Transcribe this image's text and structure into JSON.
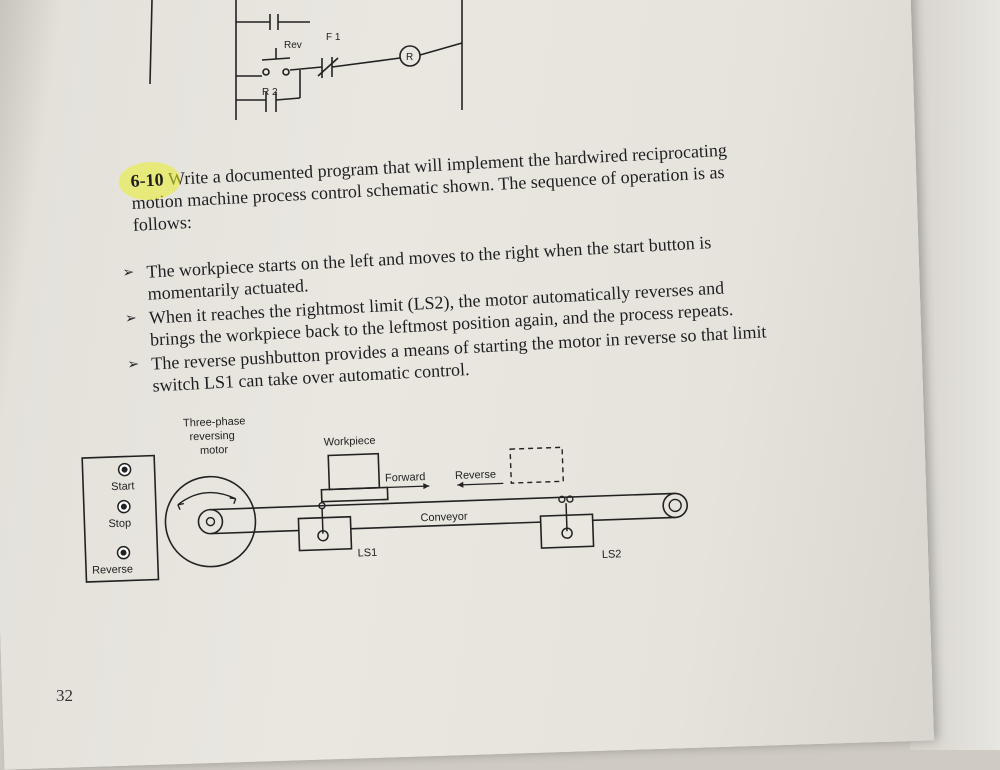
{
  "ladder": {
    "rev_label": "Rev",
    "f1_label": "F 1",
    "coil_label": "R",
    "r2_label": "R 2"
  },
  "problem": {
    "number": "6-10",
    "line1": " Write a documented program that will implement the hardwired reciprocating",
    "line2": "motion machine process control schematic shown. The sequence of operation is as",
    "line3": "follows:"
  },
  "bullets": [
    {
      "line1": "The workpiece starts on the left and moves to the right when the start button is",
      "line2": "momentarily actuated."
    },
    {
      "line1": "When it reaches the rightmost limit (LS2), the motor automatically reverses and",
      "line2": "brings the workpiece back to the leftmost position again, and the process repeats."
    },
    {
      "line1": "The reverse pushbutton provides a means of starting the motor in reverse so that limit",
      "line2": "switch LS1 can take over automatic control."
    }
  ],
  "figure": {
    "motor_label_1": "Three-phase",
    "motor_label_2": "reversing",
    "motor_label_3": "motor",
    "workpiece_label": "Workpiece",
    "forward_label": "Forward",
    "reverse_label": "Reverse",
    "conveyor_label": "Conveyor",
    "ls1_label": "LS1",
    "ls2_label": "LS2",
    "start_label": "Start",
    "stop_label": "Stop",
    "reverse_button_label": "Reverse"
  },
  "page_number": "32",
  "colors": {
    "highlight": "#e8f028",
    "ink": "#1f1f22"
  }
}
